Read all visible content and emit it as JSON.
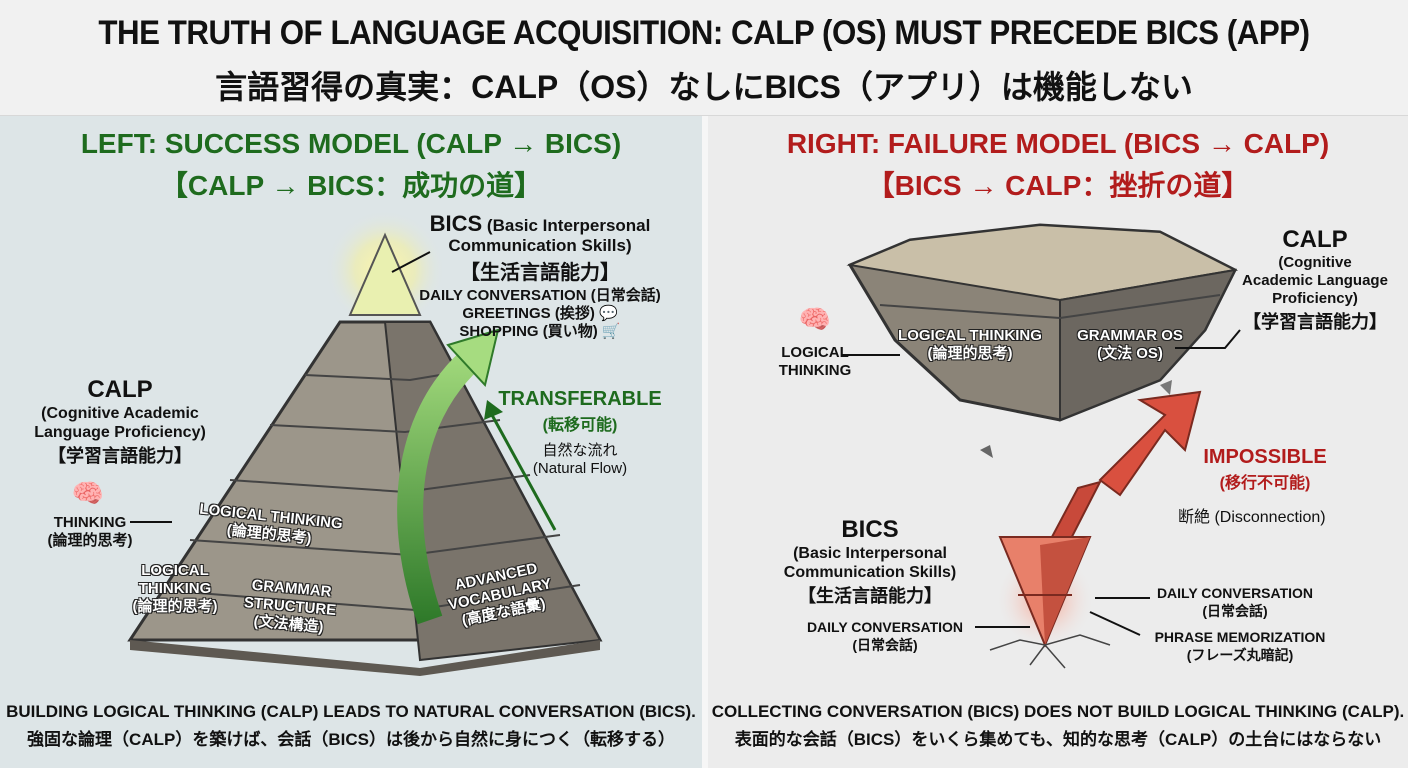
{
  "title": {
    "en": "THE TRUTH OF LANGUAGE ACQUISITION: CALP (OS) MUST PRECEDE BICS (APP)",
    "ja": "言語習得の真実：CALP（OS）なしにBICS（アプリ）は機能しない"
  },
  "left": {
    "heading": "LEFT: SUCCESS MODEL (CALP → BICS)",
    "subheading": "【CALP → BICS：成功の道】",
    "bics": {
      "title": "BICS",
      "desc1": "(Basic Interpersonal",
      "desc2": "Communication Skills)",
      "ja": "【生活言語能力】",
      "items": [
        "DAILY CONVERSATION (日常会話)",
        "GREETINGS (挨拶)",
        "SHOPPING (買い物)"
      ]
    },
    "calp": {
      "title": "CALP",
      "desc1": "(Cognitive Academic",
      "desc2": "Language Proficiency)",
      "ja": "【学習言語能力】"
    },
    "thinking": {
      "label": "THINKING",
      "ja": "(論理的思考)"
    },
    "transfer": {
      "label": "TRANSFERABLE",
      "ja": "(転移可能)",
      "flow_ja": "自然な流れ",
      "flow_en": "(Natural Flow)"
    },
    "stones": {
      "tier2": [
        "LOGICAL THINKING",
        "(論理的思考)"
      ],
      "base_left": [
        "LOGICAL",
        "THINKING",
        "(論理的思考)"
      ],
      "base_mid": [
        "GRAMMAR",
        "STRUCTURE",
        "(文法構造)"
      ],
      "base_right": [
        "ADVANCED",
        "VOCABULARY",
        "(高度な語彙)"
      ]
    },
    "caption_en": "BUILDING LOGICAL THINKING (CALP) LEADS TO NATURAL CONVERSATION (BICS).",
    "caption_ja": "強固な論理（CALP）を築けば、会話（BICS）は後から自然に身につく（転移する）"
  },
  "right": {
    "heading": "RIGHT: FAILURE MODEL (BICS → CALP)",
    "subheading": "【BICS → CALP：挫折の道】",
    "calp": {
      "title": "CALP",
      "desc1": "(Cognitive",
      "desc2": "Academic Language",
      "desc3": "Proficiency)",
      "ja": "【学習言語能力】"
    },
    "logical": [
      "LOGICAL",
      "THINKING"
    ],
    "stones": {
      "left": [
        "LOGICAL THINKING",
        "(論理的思考)"
      ],
      "right": [
        "GRAMMAR OS",
        "(文法 OS)"
      ]
    },
    "impossible": {
      "label": "IMPOSSIBLE",
      "ja": "(移行不可能)",
      "disc": "断絶 (Disconnection)"
    },
    "bics": {
      "title": "BICS",
      "desc1": "(Basic Interpersonal",
      "desc2": "Communication Skills)",
      "ja": "【生活言語能力】"
    },
    "daily_left": [
      "DAILY CONVERSATION",
      "(日常会話)"
    ],
    "daily_right": [
      "DAILY CONVERSATION",
      "(日常会話)"
    ],
    "phrase": [
      "PHRASE MEMORIZATION",
      "(フレーズ丸暗記)"
    ],
    "caption_en": "COLLECTING CONVERSATION (BICS) DOES NOT BUILD LOGICAL THINKING (CALP).",
    "caption_ja": "表面的な会話（BICS）をいくら集めても、知的な思考（CALP）の土台にはならない"
  },
  "colors": {
    "green": "#1e6b1e",
    "red": "#b21c1c"
  }
}
